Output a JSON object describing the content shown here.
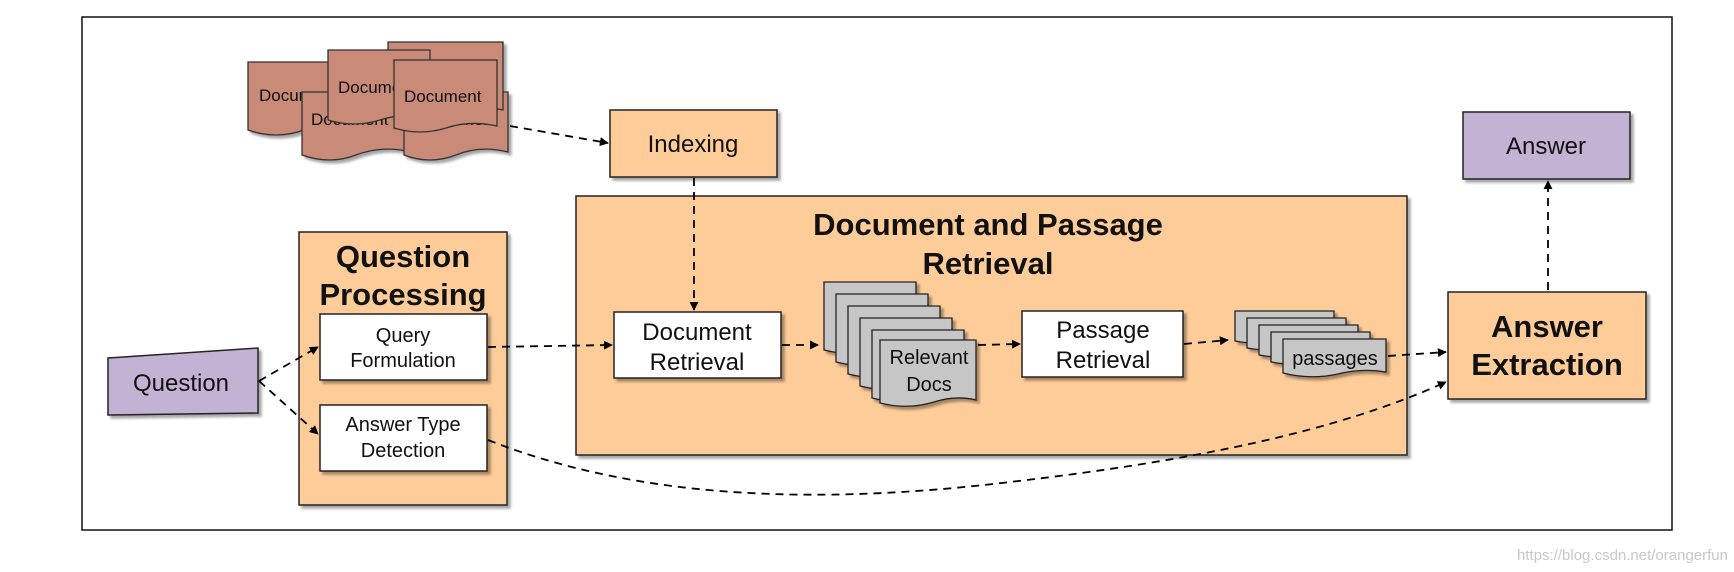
{
  "diagram": {
    "nodes": {
      "documents": {
        "labels": [
          "Document",
          "Document",
          "Document",
          "Document",
          "Document",
          "Document"
        ]
      },
      "indexing": {
        "label": "Indexing"
      },
      "question": {
        "label": "Question"
      },
      "question_processing": {
        "title_line1": "Question",
        "title_line2": "Processing"
      },
      "query_formulation": {
        "line1": "Query",
        "line2": "Formulation"
      },
      "answer_type_detection": {
        "line1": "Answer Type",
        "line2": "Detection"
      },
      "doc_passage_retrieval": {
        "title_line1": "Document and Passage",
        "title_line2": "Retrieval"
      },
      "document_retrieval": {
        "line1": "Document",
        "line2": "Retrieval"
      },
      "relevant_docs": {
        "line1": "Relevant",
        "line2": "Docs"
      },
      "passage_retrieval": {
        "line1": "Passage",
        "line2": "Retrieval"
      },
      "passages": {
        "label": "passages"
      },
      "answer_extraction": {
        "line1": "Answer",
        "line2": "Extraction"
      },
      "answer": {
        "label": "Answer"
      }
    },
    "edges": [
      {
        "from": "documents",
        "to": "indexing"
      },
      {
        "from": "indexing",
        "to": "document_retrieval"
      },
      {
        "from": "question",
        "to": "query_formulation"
      },
      {
        "from": "question",
        "to": "answer_type_detection"
      },
      {
        "from": "query_formulation",
        "to": "document_retrieval"
      },
      {
        "from": "document_retrieval",
        "to": "relevant_docs"
      },
      {
        "from": "relevant_docs",
        "to": "passage_retrieval"
      },
      {
        "from": "passage_retrieval",
        "to": "passages"
      },
      {
        "from": "passages",
        "to": "answer_extraction"
      },
      {
        "from": "answer_type_detection",
        "to": "answer_extraction"
      },
      {
        "from": "answer_extraction",
        "to": "answer"
      }
    ],
    "colors": {
      "peach": "#fecc98",
      "lavender": "#c4b2d4",
      "brown": "#c98a78",
      "gray": "#c6c6c6",
      "stroke": "#222222"
    }
  },
  "watermark": "https://blog.csdn.net/orangerfun"
}
